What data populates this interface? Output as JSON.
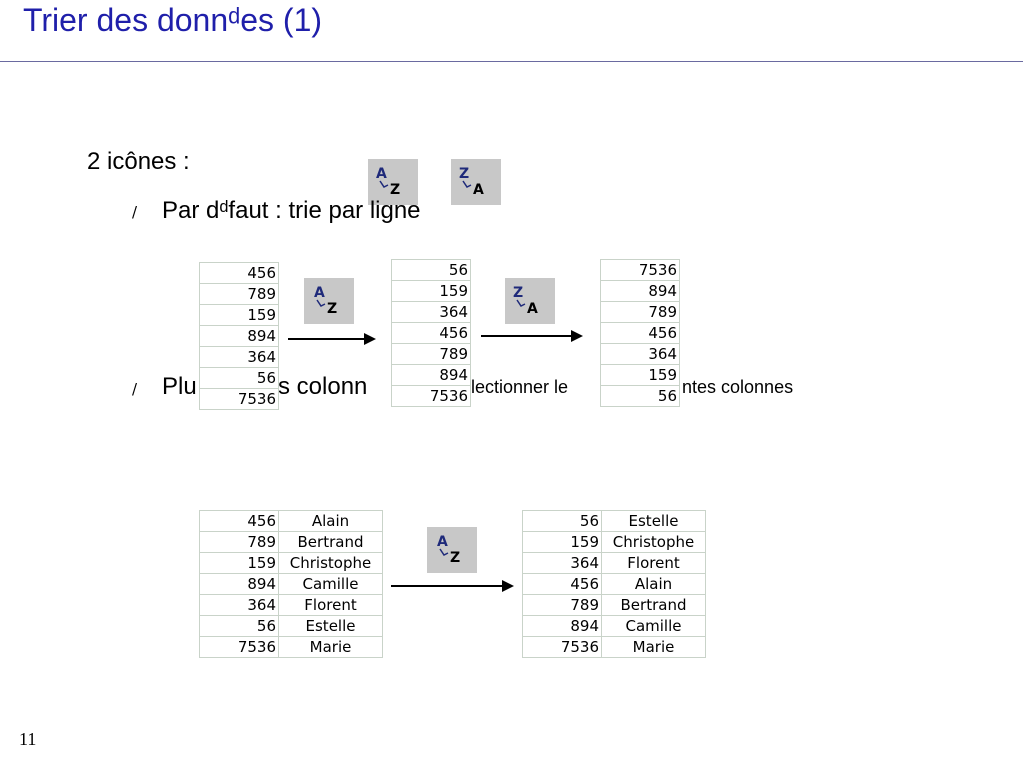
{
  "slide": {
    "title": "Trier des donnᵈes (1)",
    "bullet_icons": "2 icônes :",
    "sub_default": "Par dᵈfaut : trie par ligne",
    "sub_multi_prefix": "Plu",
    "sub_multi_mid": "s colonn",
    "sub_multi_mid2": "lectionner le",
    "sub_multi_end": "ntes colonnes",
    "bullet_mark": "/",
    "page_number": "11"
  },
  "icons": {
    "sort_asc": {
      "name": "sort-ascending-icon",
      "top": "A",
      "bottom": "Z"
    },
    "sort_desc": {
      "name": "sort-descending-icon",
      "top": "Z",
      "bottom": "A"
    }
  },
  "colors": {
    "title": "#1f1faa",
    "icon_bg": "#c8c8c8",
    "grid": "#c9d3c9"
  },
  "example1": {
    "original": [
      "456",
      "789",
      "159",
      "894",
      "364",
      "56",
      "7536"
    ],
    "ascending": [
      "56",
      "159",
      "364",
      "456",
      "789",
      "894",
      "7536"
    ],
    "descending": [
      "7536",
      "894",
      "789",
      "456",
      "364",
      "159",
      "56"
    ]
  },
  "example2": {
    "before": [
      [
        "456",
        "Alain"
      ],
      [
        "789",
        "Bertrand"
      ],
      [
        "159",
        "Christophe"
      ],
      [
        "894",
        "Camille"
      ],
      [
        "364",
        "Florent"
      ],
      [
        "56",
        "Estelle"
      ],
      [
        "7536",
        "Marie"
      ]
    ],
    "after": [
      [
        "56",
        "Estelle"
      ],
      [
        "159",
        "Christophe"
      ],
      [
        "364",
        "Florent"
      ],
      [
        "456",
        "Alain"
      ],
      [
        "789",
        "Bertrand"
      ],
      [
        "894",
        "Camille"
      ],
      [
        "7536",
        "Marie"
      ]
    ]
  }
}
